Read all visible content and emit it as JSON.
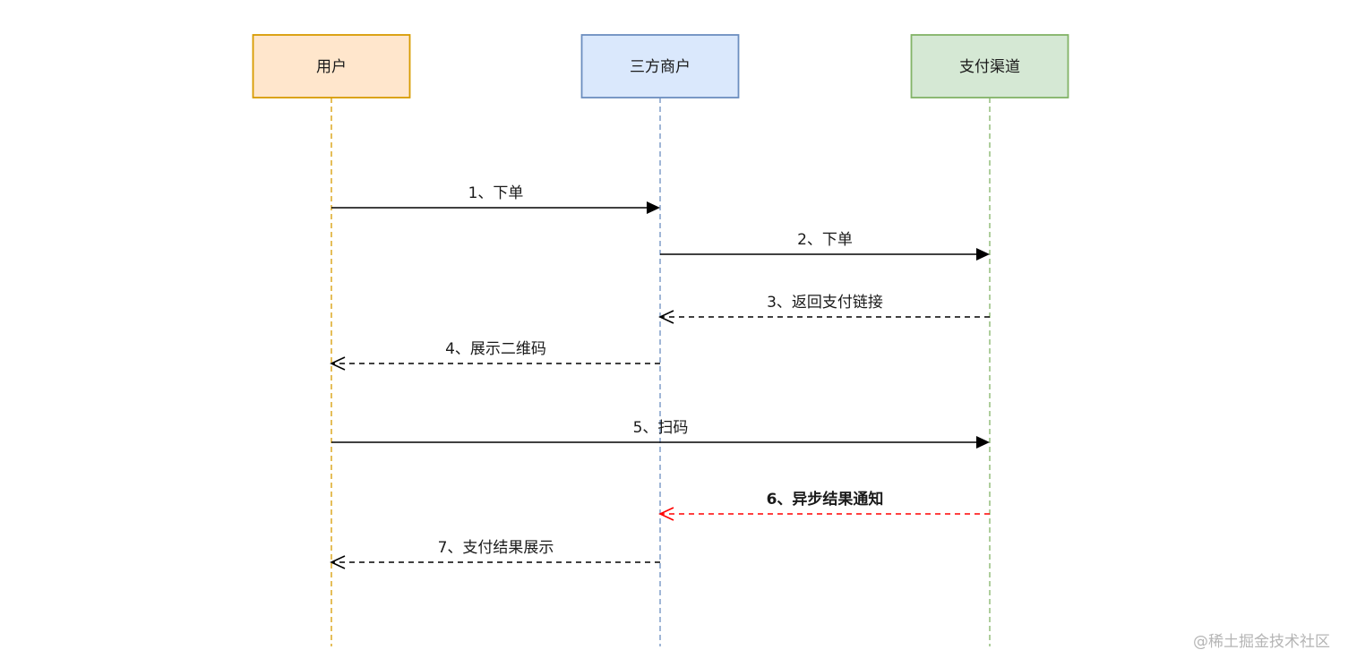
{
  "diagram": {
    "type": "sequence",
    "actors": [
      {
        "id": "user",
        "label": "用户",
        "fill": "#ffe6cc",
        "stroke": "#d79b00"
      },
      {
        "id": "merchant",
        "label": "三方商户",
        "fill": "#dae8fc",
        "stroke": "#6c8ebf"
      },
      {
        "id": "channel",
        "label": "支付渠道",
        "fill": "#d5e8d4",
        "stroke": "#82b366"
      }
    ],
    "messages": [
      {
        "step": 1,
        "label": "1、下单",
        "from": "user",
        "to": "merchant",
        "style": "solid",
        "color": "#000000",
        "bold": false
      },
      {
        "step": 2,
        "label": "2、下单",
        "from": "merchant",
        "to": "channel",
        "style": "solid",
        "color": "#000000",
        "bold": false
      },
      {
        "step": 3,
        "label": "3、返回支付链接",
        "from": "channel",
        "to": "merchant",
        "style": "dashed",
        "color": "#000000",
        "bold": false
      },
      {
        "step": 4,
        "label": "4、展示二维码",
        "from": "merchant",
        "to": "user",
        "style": "dashed",
        "color": "#000000",
        "bold": false
      },
      {
        "step": 5,
        "label": "5、扫码",
        "from": "user",
        "to": "channel",
        "style": "solid",
        "color": "#000000",
        "bold": false
      },
      {
        "step": 6,
        "label": "6、异步结果通知",
        "from": "channel",
        "to": "merchant",
        "style": "dashed",
        "color": "#ff0000",
        "bold": true
      },
      {
        "step": 7,
        "label": "7、支付结果展示",
        "from": "merchant",
        "to": "user",
        "style": "dashed",
        "color": "#000000",
        "bold": false
      }
    ]
  },
  "watermark": "@稀土掘金技术社区"
}
